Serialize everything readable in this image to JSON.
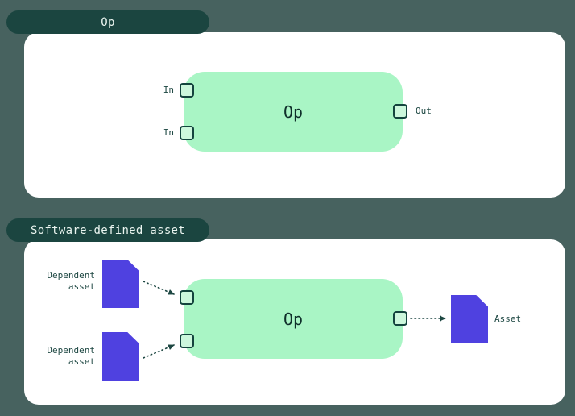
{
  "colors": {
    "background": "#47625f",
    "tab_bg": "#1b4540",
    "tab_text": "#eaf4ef",
    "panel_bg": "#ffffff",
    "node_bg": "#a9f5c5",
    "node_text": "#0e2f2a",
    "handle_bg": "#ccf7dc",
    "handle_border": "#14443e",
    "asset_color": "#4f41e0",
    "label_color": "#1d4742",
    "arrow_color": "#1d4742"
  },
  "op_panel": {
    "tab": "Op",
    "node": {
      "label": "Op"
    },
    "inputs": [
      {
        "label": "In"
      },
      {
        "label": "In"
      }
    ],
    "output": {
      "label": "Out"
    }
  },
  "sda_panel": {
    "tab": "Software-defined asset",
    "node": {
      "label": "Op"
    },
    "dependent_assets": [
      {
        "label": "Dependent\nasset"
      },
      {
        "label": "Dependent\nasset"
      }
    ],
    "asset": {
      "label": "Asset"
    }
  }
}
